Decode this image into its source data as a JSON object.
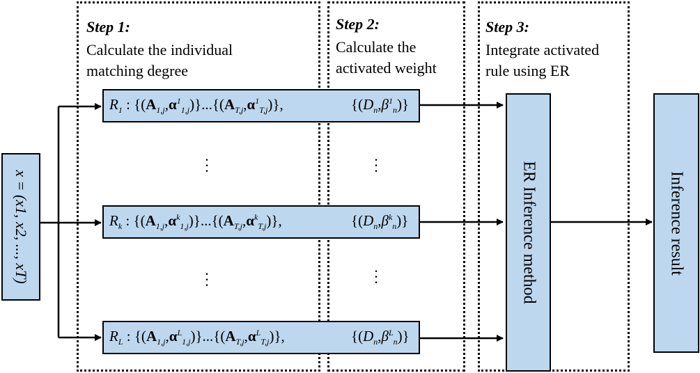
{
  "steps": [
    {
      "title": "Step 1:",
      "desc_line1": "Calculate the individual",
      "desc_line2": "matching degree"
    },
    {
      "title": "Step 2:",
      "desc_line1": "Calculate the",
      "desc_line2": "activated weight"
    },
    {
      "title": "Step 3:",
      "desc_line1": "Integrate activated",
      "desc_line2": "rule using ER"
    }
  ],
  "input": {
    "label": "x = (x1, x2, ..., xT)"
  },
  "rules": [
    {
      "name": "R1",
      "idx": "1"
    },
    {
      "name": "Rk",
      "idx": "k"
    },
    {
      "name": "RL",
      "idx": "L"
    }
  ],
  "er_method": {
    "label": "ER Inference method"
  },
  "output": {
    "label": "Inference result"
  },
  "colors": {
    "box_fill": "#bdd7ee",
    "stroke": "#000000"
  }
}
